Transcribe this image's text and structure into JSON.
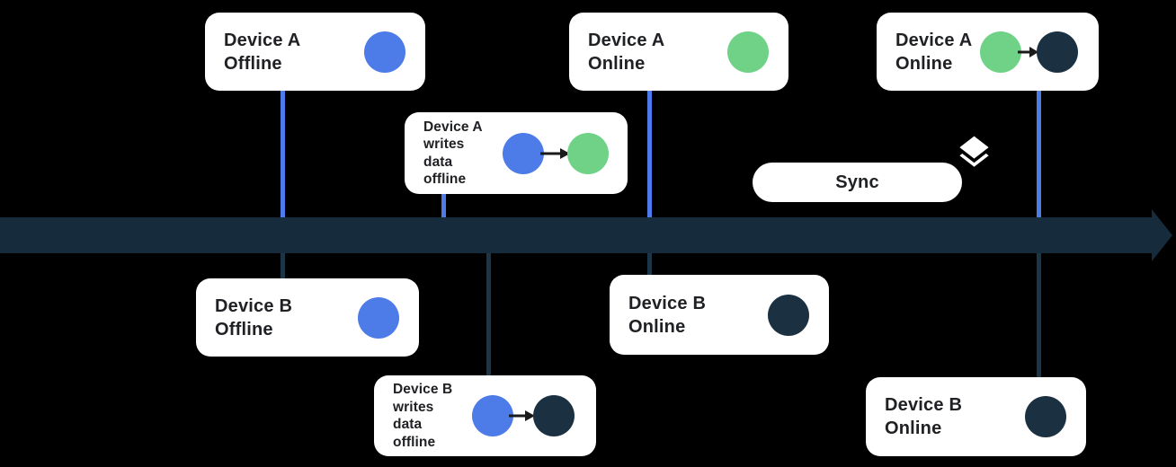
{
  "colors": {
    "bg": "#000000",
    "card_bg": "#ffffff",
    "text": "#202124",
    "blue": "#4d7ce8",
    "green": "#6fd287",
    "navy": "#1b3142",
    "timeline": "#162b3c",
    "connector_dark": "#1b3647",
    "arrow_black": "#1a1a1a"
  },
  "timeline": {
    "description": "time axis arrow pointing right"
  },
  "sync": {
    "label": "Sync",
    "icon": "layers-icon"
  },
  "cards": [
    {
      "id": "device-a-offline",
      "lines": [
        "Device A",
        "Offline"
      ],
      "dots": [
        "blue"
      ]
    },
    {
      "id": "device-a-writes-data-offline",
      "lines": [
        "Device A",
        "writes",
        "data",
        "offline"
      ],
      "dots": [
        "blue",
        "green"
      ],
      "arrow_between": true
    },
    {
      "id": "device-a-online-1",
      "lines": [
        "Device A",
        "Online"
      ],
      "dots": [
        "green"
      ]
    },
    {
      "id": "device-a-online-2",
      "lines": [
        "Device A",
        "Online"
      ],
      "dots": [
        "green",
        "navy"
      ],
      "arrow_between": true
    },
    {
      "id": "device-b-offline",
      "lines": [
        "Device B",
        "Offline"
      ],
      "dots": [
        "blue"
      ]
    },
    {
      "id": "device-b-writes-data-offline",
      "lines": [
        "Device B",
        "writes",
        "data",
        "offline"
      ],
      "dots": [
        "blue",
        "navy"
      ],
      "arrow_between": true
    },
    {
      "id": "device-b-online-1",
      "lines": [
        "Device B",
        "Online"
      ],
      "dots": [
        "navy"
      ]
    },
    {
      "id": "device-b-online-2",
      "lines": [
        "Device B",
        "Online"
      ],
      "dots": [
        "navy"
      ]
    }
  ]
}
